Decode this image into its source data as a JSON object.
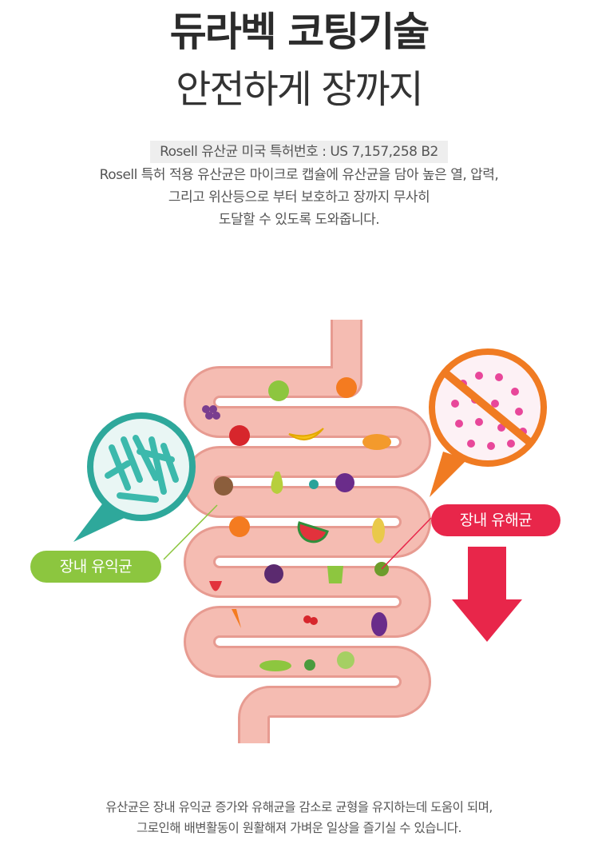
{
  "header": {
    "title": "듀라벡 코팅기술",
    "subtitle": "안전하게 장까지"
  },
  "patent": "Rosell 유산균 미국 특허번호 : US 7,157,258 B2",
  "description": [
    "Rosell 특허 적용 유산균은 마이크로 캡슐에 유산균을 담아 높은 열, 압력,",
    "그리고 위산등으로 부터 보호하고 장까지 무사히",
    "도달할 수 있도록 도와줍니다."
  ],
  "labels": {
    "good_bacteria": "장내 유익균",
    "bad_bacteria": "장내 유해균"
  },
  "footer": [
    "유산균은 장내 유익균 증가와 유해균을 감소로 균형을 유지하는데 도움이 되며,",
    "그로인해 배변활동이 원활해져 가벼운 일상을 즐기실 수 있습니다."
  ],
  "colors": {
    "intestine_fill": "#f5bcb2",
    "intestine_stroke": "#e79b91",
    "good": "#8cc63f",
    "good_circle": "#2ea89b",
    "bad": "#e8264a",
    "bad_circle": "#f07b22",
    "bacteria_bad": "#e8479a"
  }
}
